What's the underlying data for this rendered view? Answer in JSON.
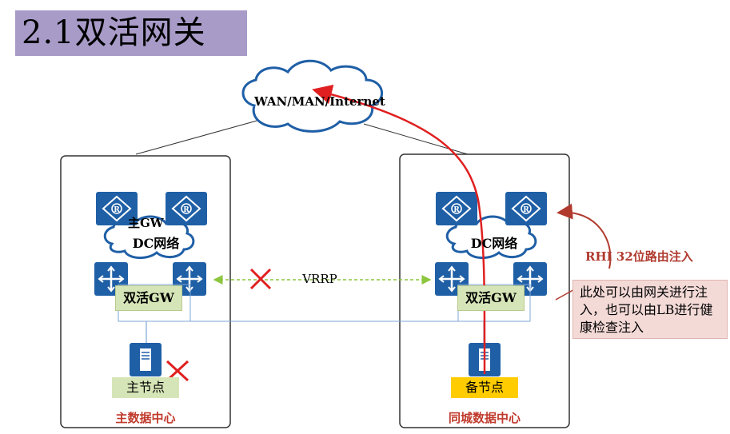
{
  "title": "2.1双活网关",
  "cloud": {
    "label": "WAN/MAN/Internet"
  },
  "left_dc": {
    "title": "主数据中心",
    "gw_label": "主GW",
    "network_label": "DC网络",
    "dual_gw_label": "双活GW",
    "node_label": "主节点"
  },
  "right_dc": {
    "title": "同城数据中心",
    "network_label": "DC网络",
    "dual_gw_label": "双活GW",
    "node_label": "备节点"
  },
  "vrrp_label": "VRRP",
  "rhi_label": "RHI 32位路由注入",
  "note_text": "此处可以由网关进行注入，也可以由LB进行健康检查注入",
  "colors": {
    "title_bg": "#a89bc8",
    "device": "#1f5fa6",
    "red": "#e02020",
    "green_link": "#8cc63f"
  }
}
